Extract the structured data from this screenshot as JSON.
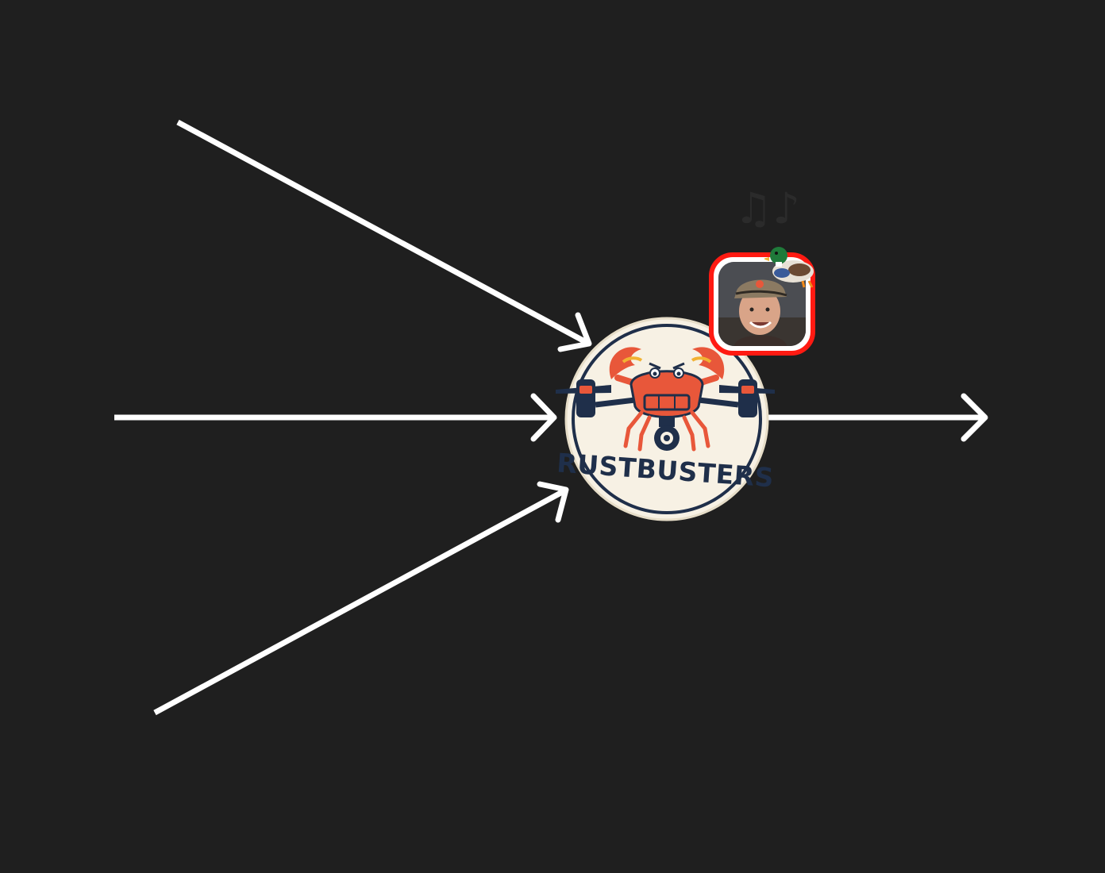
{
  "diagram": {
    "background_color": "#1f1f1f",
    "arrow_color": "#ffffff",
    "incoming_arrows": [
      "upper-left",
      "left",
      "lower-left"
    ],
    "outgoing_arrows": [
      "right"
    ]
  },
  "logo": {
    "text": "RUSTBUSTERS",
    "crab_color": "#e8573a",
    "badge_color": "#f7f1e4",
    "text_color": "#1f2f4a"
  },
  "avatar": {
    "border_color": "#ff1a12",
    "notes_icon": "music-notes-icon",
    "duck_icon": "duck-icon"
  }
}
